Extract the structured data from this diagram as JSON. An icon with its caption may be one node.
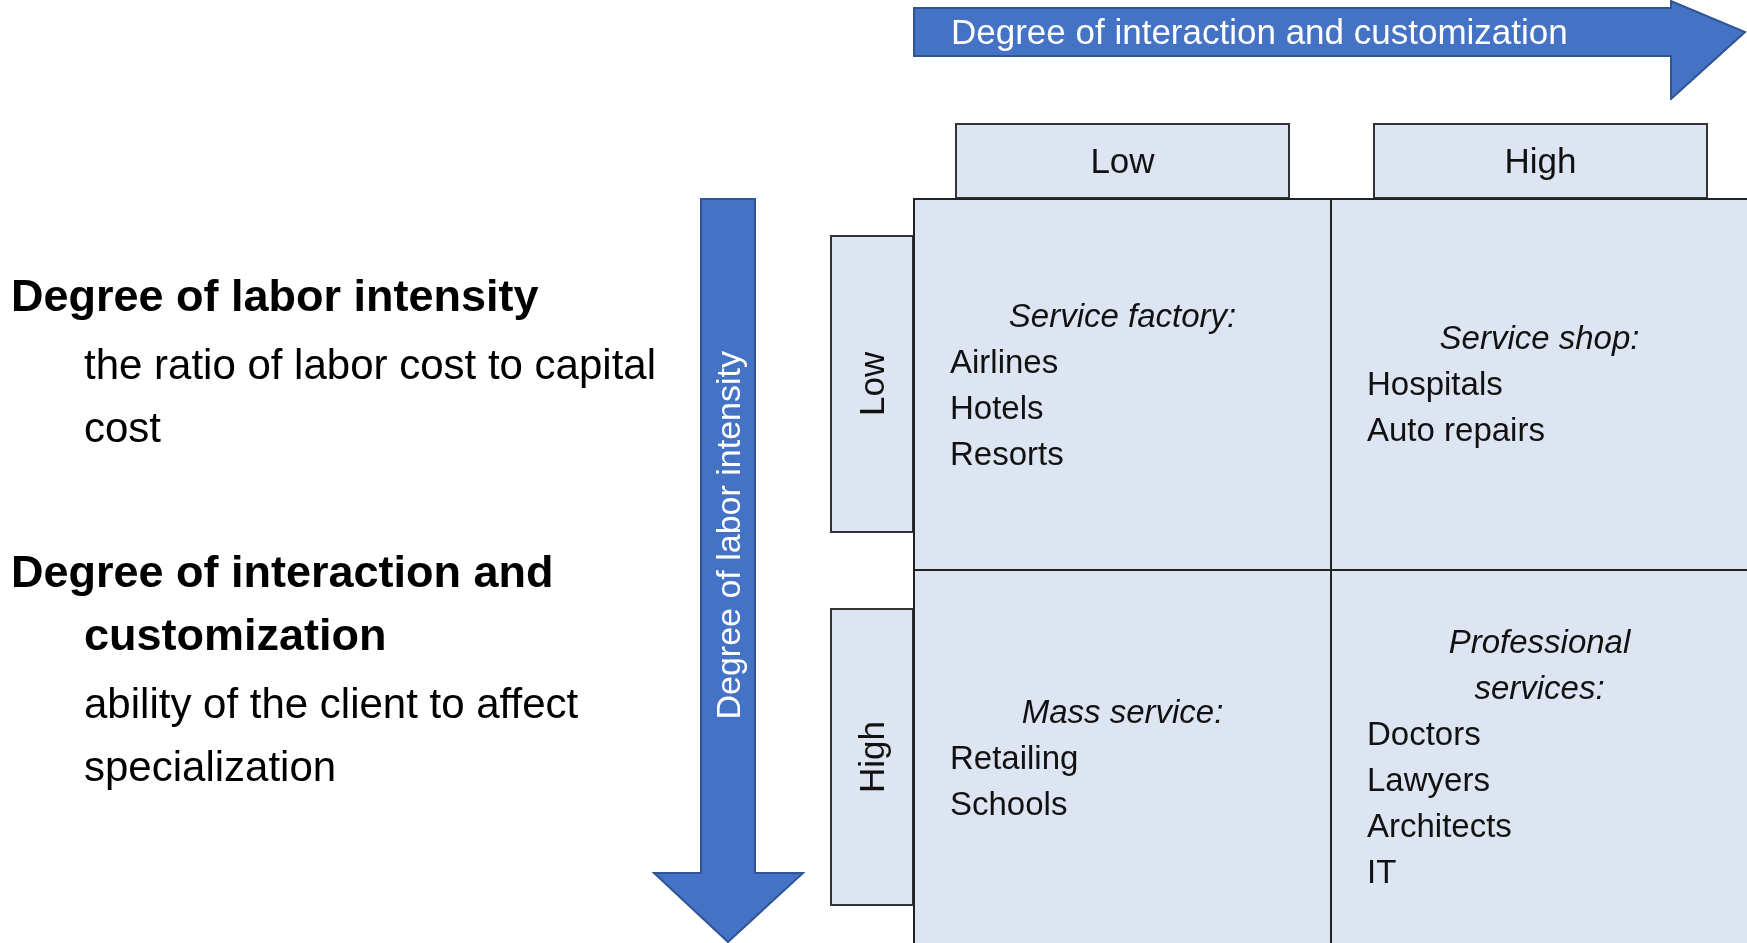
{
  "diagram": {
    "nodes": [
      {
        "text": [
          "Degree of interaction and customization"
        ]
      },
      {
        "text": [
          "Low"
        ]
      },
      {
        "text": [
          "High"
        ]
      },
      {
        "text": [
          "Degree of labor intensity"
        ]
      },
      {
        "text": [
          "Low"
        ]
      },
      {
        "text": [
          "High"
        ]
      },
      {
        "text": [
          "Service factory:",
          "Airlines",
          "Hotels",
          "Resorts"
        ]
      },
      {
        "text": [
          "Service shop:",
          "Hospitals",
          "Auto repairs"
        ]
      },
      {
        "text": [
          "Mass service:",
          "Retailing",
          "Schools"
        ]
      },
      {
        "text": [
          "Professional services:",
          "Doctors",
          "Lawyers",
          "Architects",
          "IT"
        ]
      }
    ],
    "edges": [],
    "labels": [
      "Degree of labor intensity",
      "the ratio of labor cost to capital cost",
      "Degree of interaction and customization",
      "ability of the client to affect specialization"
    ]
  }
}
